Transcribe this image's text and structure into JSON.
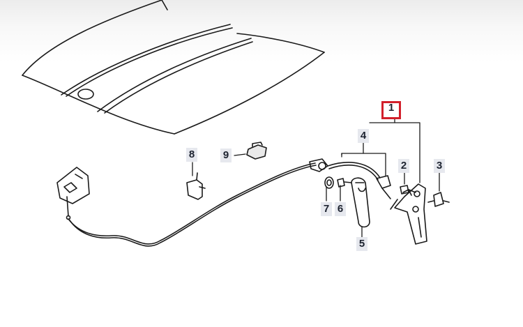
{
  "diagram": {
    "callouts": [
      {
        "id": "1",
        "label": "1",
        "selected": true
      },
      {
        "id": "2",
        "label": "2",
        "selected": false
      },
      {
        "id": "3",
        "label": "3",
        "selected": false
      },
      {
        "id": "4",
        "label": "4",
        "selected": false
      },
      {
        "id": "5",
        "label": "5",
        "selected": false
      },
      {
        "id": "6",
        "label": "6",
        "selected": false
      },
      {
        "id": "7",
        "label": "7",
        "selected": false
      },
      {
        "id": "8",
        "label": "8",
        "selected": false
      },
      {
        "id": "9",
        "label": "9",
        "selected": false
      }
    ],
    "colors": {
      "line": "#1a1a1a",
      "selected_border": "#d21f2b",
      "callout_bg": "#e6e8ee"
    }
  }
}
